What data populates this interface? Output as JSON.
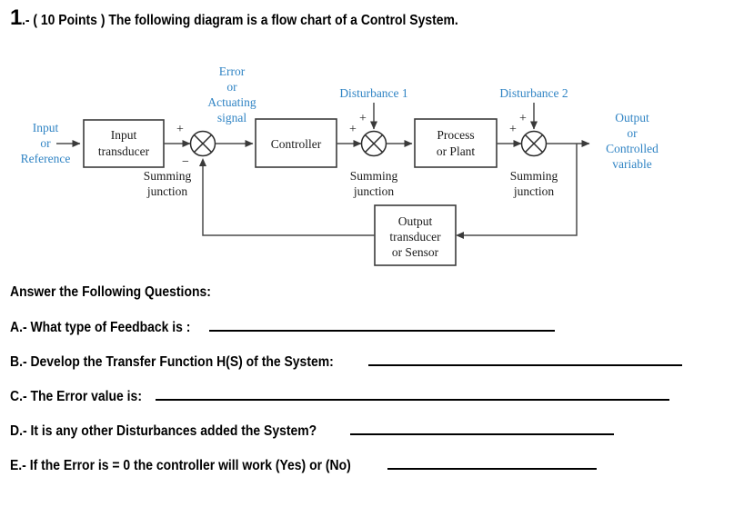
{
  "heading": {
    "number": "1",
    "text": ".- ( 10 Points ) The following diagram is a flow chart of a Control System."
  },
  "diagram": {
    "title": "control-system-block-diagram",
    "colors": {
      "blue_label": "#3084c4",
      "line": "#4a4a4a",
      "box_stroke": "#3b3b3b",
      "text": "#1a1a1a"
    },
    "input_label": {
      "line1": "Input",
      "line2": "or",
      "line3": "Reference"
    },
    "error_label": {
      "line1": "Error",
      "line2": "or",
      "line3": "Actuating",
      "line4": "signal"
    },
    "output_label": {
      "line1": "Output",
      "line2": "or",
      "line3": "Controlled",
      "line4": "variable"
    },
    "disturbance1": "Disturbance 1",
    "disturbance2": "Disturbance 2",
    "blocks": {
      "input_transducer": {
        "line1": "Input",
        "line2": "transducer"
      },
      "controller": {
        "line1": "Controller"
      },
      "process_plant": {
        "line1": "Process",
        "line2": "or Plant"
      },
      "output_transducer": {
        "line1": "Output",
        "line2": "transducer",
        "line3": "or Sensor"
      }
    },
    "summing_junctions": [
      {
        "name": "summing-junction-1",
        "caption_line1": "Summing",
        "caption_line2": "junction",
        "sign_left": "+",
        "sign_bottom": "−"
      },
      {
        "name": "summing-junction-2",
        "caption_line1": "Summing",
        "caption_line2": "junction",
        "sign_left": "+",
        "sign_top": "+"
      },
      {
        "name": "summing-junction-3",
        "caption_line1": "Summing",
        "caption_line2": "junction",
        "sign_left": "+",
        "sign_top": "+"
      }
    ]
  },
  "questions": {
    "intro": "Answer the Following Questions:",
    "items": [
      {
        "label": "A.- What type of Feedback is :",
        "blank_width": 380
      },
      {
        "label": "B.- Develop the Transfer Function H(S) of the System:",
        "blank_width": 345
      },
      {
        "label": "C.- The Error value is:",
        "blank_width": 565
      },
      {
        "label": "D.- It is any other Disturbances added the System?",
        "blank_width": 290
      },
      {
        "label": "E.- If the Error is = 0 the controller will work (Yes) or (No)",
        "blank_width": 230
      }
    ]
  }
}
